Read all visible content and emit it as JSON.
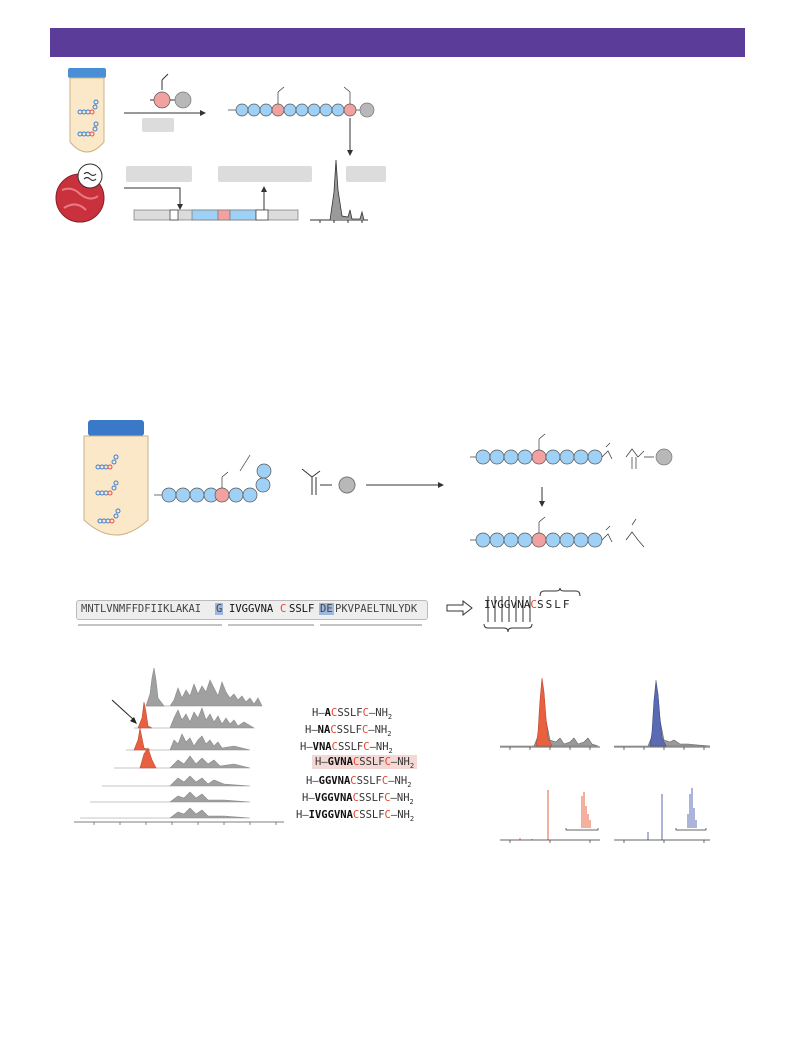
{
  "figure": {
    "banner_color": "#5b3c99",
    "colors": {
      "residue_blue": "#9fd0f5",
      "residue_red": "#f2a1a1",
      "bead_grey": "#b8b8b8",
      "peak_grey": "#9a9a9a",
      "peak_red": "#e8603f",
      "peak_blue": "#5a6bb3",
      "highlight_blue": "#9fb6dd",
      "highlight_pink": "#f4d8d6",
      "cys_red": "#e8452c"
    },
    "sequence": {
      "part1": "MNTLVNMFFDFIIKLAKAI",
      "hl1": "G",
      "part2": "IVGGVNA",
      "cys": "C",
      "part3": "SSLF",
      "hl2": "DE",
      "part4": "PKVPAELTNLYDK"
    },
    "fragment": {
      "part1": "IVGGVNA",
      "cys": "C",
      "part2": "SSLF"
    },
    "peptides": [
      {
        "prefix": "H–",
        "bold": "A",
        "c1": "C",
        "mid": "SSLF",
        "c2": "C",
        "suffix": "–NH",
        "sub": "2"
      },
      {
        "prefix": "H–",
        "bold": "NA",
        "c1": "C",
        "mid": "SSLF",
        "c2": "C",
        "suffix": "–NH",
        "sub": "2"
      },
      {
        "prefix": "H–",
        "bold": "VNA",
        "c1": "C",
        "mid": "SSLF",
        "c2": "C",
        "suffix": "–NH",
        "sub": "2"
      },
      {
        "prefix": "H–",
        "bold": "GVNA",
        "c1": "C",
        "mid": "SSLF",
        "c2": "C",
        "suffix": "–NH",
        "sub": "2"
      },
      {
        "prefix": "H–",
        "bold": "GGVNA",
        "c1": "C",
        "mid": "SSLF",
        "c2": "C",
        "suffix": "–NH",
        "sub": "2"
      },
      {
        "prefix": "H–",
        "bold": "VGGVNA",
        "c1": "C",
        "mid": "SSLF",
        "c2": "C",
        "suffix": "–NH",
        "sub": "2"
      },
      {
        "prefix": "H–",
        "bold": "IVGGVNA",
        "c1": "C",
        "mid": "SSLF",
        "c2": "C",
        "suffix": "–NH",
        "sub": "2"
      }
    ]
  }
}
